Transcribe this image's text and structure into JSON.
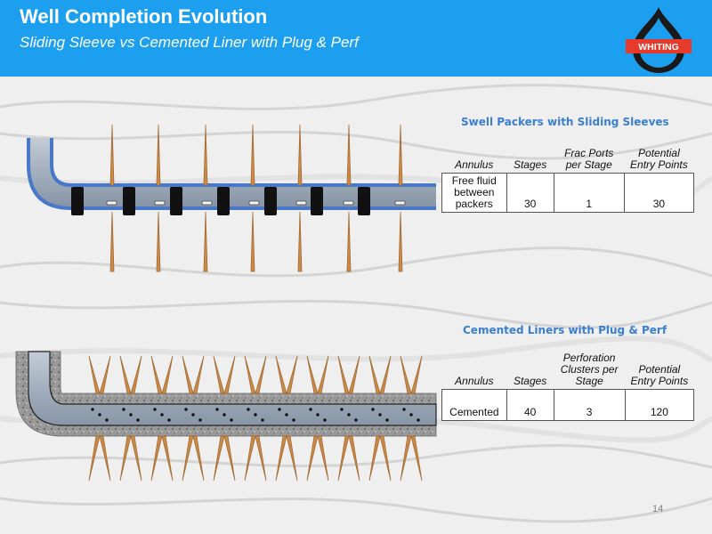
{
  "header": {
    "title": "Well Completion Evolution",
    "subtitle": "Sliding Sleeve vs Cemented Liner with Plug & Perf",
    "logo_text": "WHITING"
  },
  "section1": {
    "title": "Swell Packers with Sliding Sleeves",
    "columns": [
      "Annulus",
      "Stages",
      "Frac Ports per Stage",
      "Potential Entry Points"
    ],
    "row": [
      "Free fluid between packers",
      "30",
      "1",
      "30"
    ]
  },
  "section2": {
    "title": "Cemented Liners with Plug & Perf",
    "columns": [
      "Annulus",
      "Stages",
      "Perforation Clusters per Stage",
      "Potential Entry Points"
    ],
    "row": [
      "Cemented",
      "40",
      "3",
      "120"
    ]
  },
  "page_number": "14",
  "colors": {
    "header": "#1d9ff0",
    "section_title": "#3a7fd0",
    "pipe": "#4a78c8",
    "casing": "#a9b6c4",
    "packer": "#111111",
    "fracture": "#c98a4a",
    "cement": "#8a8a8a"
  }
}
